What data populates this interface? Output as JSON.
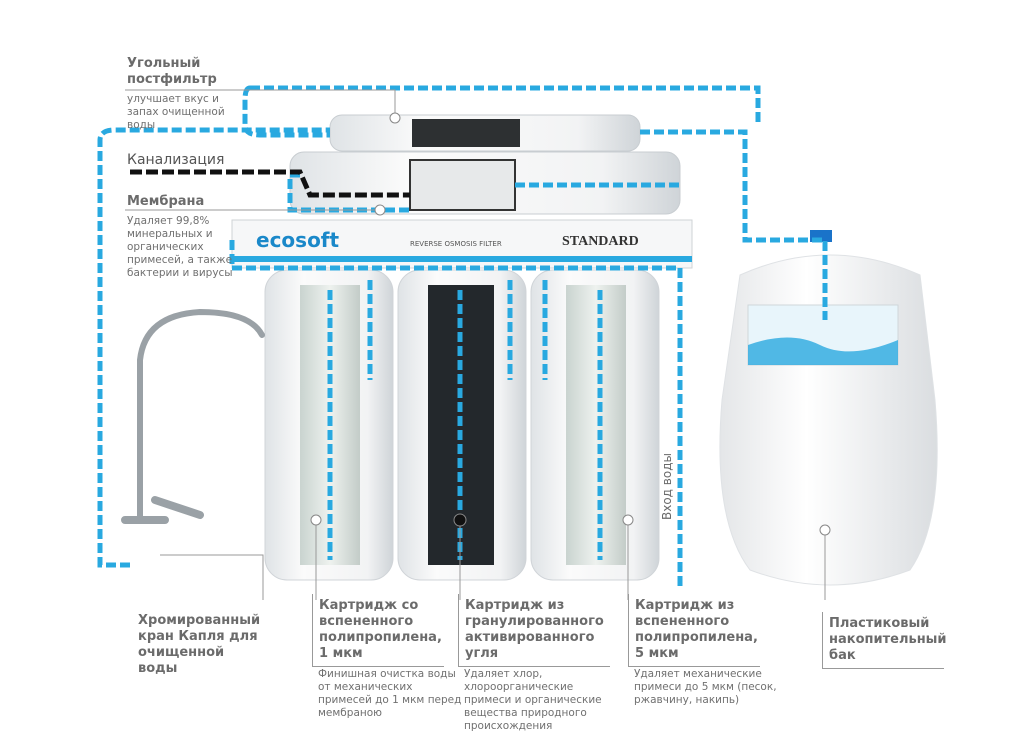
{
  "colors": {
    "water": "#29a9e0",
    "drain": "#111111",
    "text": "#6b6b6b"
  },
  "brand": {
    "logo": "ecosoft",
    "subtitle": "REVERSE OSMOSIS FILTER",
    "model": "STANDARD"
  },
  "labels": {
    "postfilter": {
      "title": "Угольный постфильтр",
      "desc": "улучшает вкус и запах очищенной воды"
    },
    "drain": {
      "title": "Канализация"
    },
    "membrane": {
      "title": "Мембрана",
      "desc": "Удаляет 99,8% минеральных и органических примесей, а также бактерии и вирусы"
    },
    "faucet": {
      "title": "Хромированный кран Капля для очищенной воды"
    },
    "cartridge1": {
      "title": "Картридж со вспененного полипропилена, 1 мкм",
      "desc": "Финишная очистка воды от механических примесей до 1 мкм перед мембраною"
    },
    "cartridge2": {
      "title": "Картридж из гранулированного активированного угля",
      "desc": "Удаляет хлор, хлороорганические примеси и органические вещества природного происхождения"
    },
    "cartridge3": {
      "title": "Картридж из вспененного полипропилена, 5 мкм",
      "desc": "Удаляет механические примеси до 5 мкм (песок, ржавчину, накипь)"
    },
    "tank": {
      "title": "Пластиковый накопительный бак"
    },
    "inlet": {
      "title": "Вход воды"
    }
  }
}
